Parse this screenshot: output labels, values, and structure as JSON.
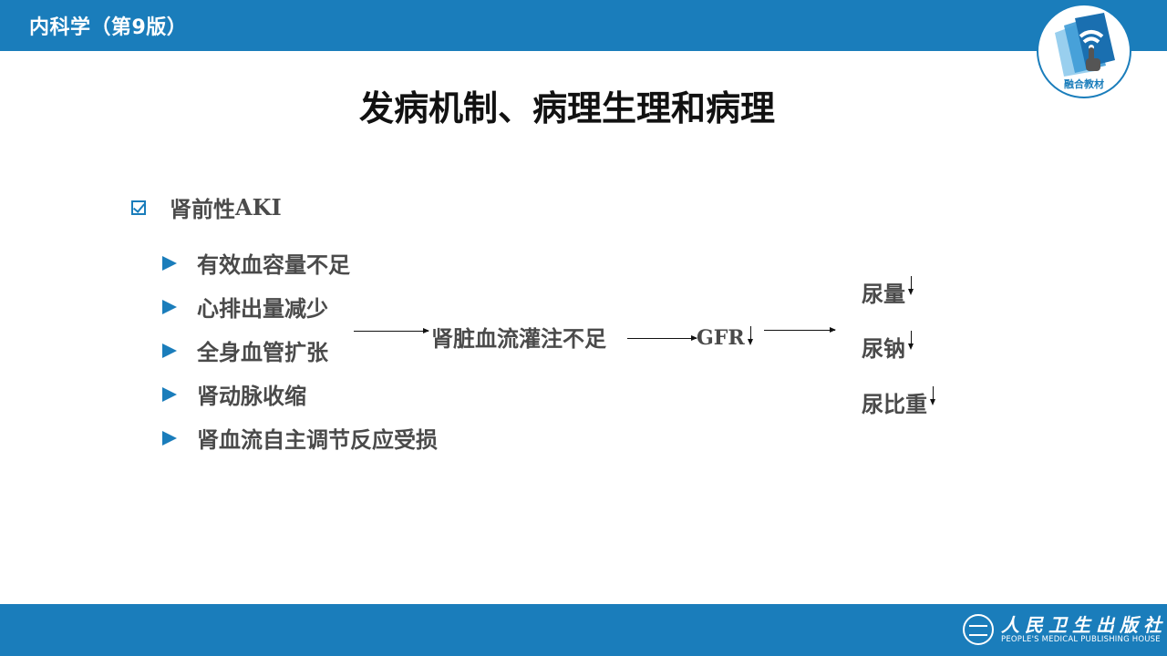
{
  "header": {
    "course_title": "内科学（第9版）",
    "badge_label": "融合教材",
    "badge_icon": "wifi-touch-book-icon"
  },
  "slide": {
    "title": "发病机制、病理生理和病理",
    "heading": {
      "prefix": "肾前性",
      "suffix": "AKI",
      "icon": "checkbox-checked-icon"
    },
    "causes": [
      {
        "label": "有效血容量不足"
      },
      {
        "label": "心排出量减少"
      },
      {
        "label": "全身血管扩张"
      },
      {
        "label": "肾动脉收缩"
      },
      {
        "label": "肾血流自主调节反应受损"
      }
    ],
    "flow": {
      "step1": "肾脏血流灌注不足",
      "step2": "GFR",
      "results": [
        {
          "label": "尿量"
        },
        {
          "label": "尿钠"
        },
        {
          "label": "尿比重"
        }
      ],
      "decrease_symbol": "↓"
    }
  },
  "footer": {
    "publisher_cn": "人民卫生出版社",
    "publisher_en": "PEOPLE'S MEDICAL PUBLISHING HOUSE"
  },
  "colors": {
    "brand_blue": "#1a7dbb",
    "text_gray": "#4a4a4a",
    "title_black": "#111111"
  }
}
